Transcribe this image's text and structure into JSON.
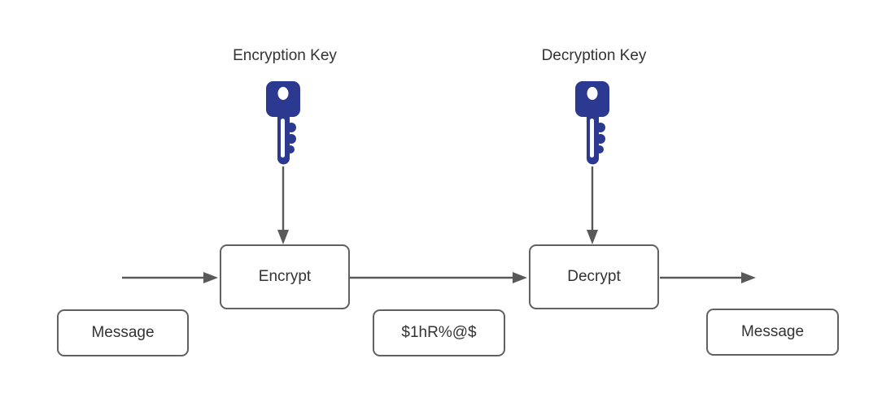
{
  "diagram": {
    "encryption_key_label": "Encryption Key",
    "decryption_key_label": "Decryption Key",
    "encrypt_box_label": "Encrypt",
    "decrypt_box_label": "Decrypt",
    "message_left_label": "Message",
    "ciphertext_label": "$1hR%@$",
    "message_right_label": "Message"
  },
  "icons": {
    "encryption_key": "key-icon",
    "decryption_key": "key-icon"
  },
  "colors": {
    "key_fill": "#2b3990",
    "box_border": "#616161",
    "arrow": "#595959",
    "text": "#333333",
    "background": "#ffffff"
  }
}
